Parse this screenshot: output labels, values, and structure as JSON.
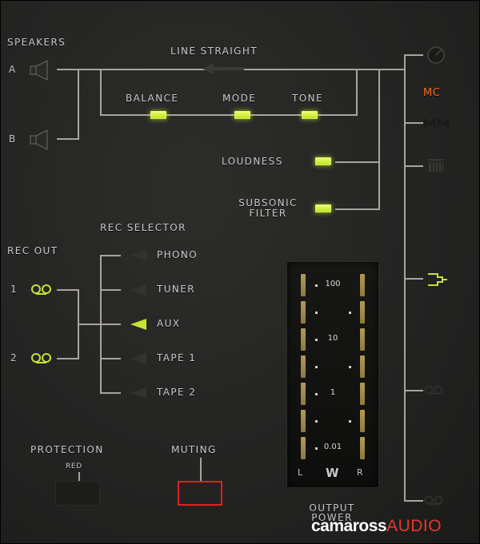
{
  "speakers": {
    "title": "SPEAKERS",
    "a": "A",
    "b": "B"
  },
  "line_straight": "LINE STRAIGHT",
  "controls": {
    "balance": "BALANCE",
    "mode": "MODE",
    "tone": "TONE",
    "loudness": "LOUDNESS",
    "subsonic_line1": "SUBSONIC",
    "subsonic_line2": "FILTER"
  },
  "rec_selector": {
    "title": "REC SELECTOR",
    "items": [
      "PHONO",
      "TUNER",
      "AUX",
      "TAPE 1",
      "TAPE 2"
    ],
    "active": "AUX"
  },
  "rec_out": {
    "title": "REC OUT",
    "n1": "1",
    "n2": "2"
  },
  "right_column": {
    "mc": "MC"
  },
  "meter": {
    "scale": [
      "100",
      "10",
      "1",
      "0.01"
    ],
    "l": "L",
    "w": "W",
    "r": "R"
  },
  "output_power": {
    "line1": "OUTPUT",
    "line2": "POWER"
  },
  "protection": {
    "label": "PROTECTION",
    "sub": "RED"
  },
  "muting": {
    "label": "MUTING"
  },
  "brand": {
    "part1": "camaross",
    "part2": "AUDIO"
  },
  "colors": {
    "led": "#d6f23a",
    "line": "#a9a49c",
    "mc": "#ff6a22",
    "mute_border": "#e02020",
    "background": "#262625"
  }
}
